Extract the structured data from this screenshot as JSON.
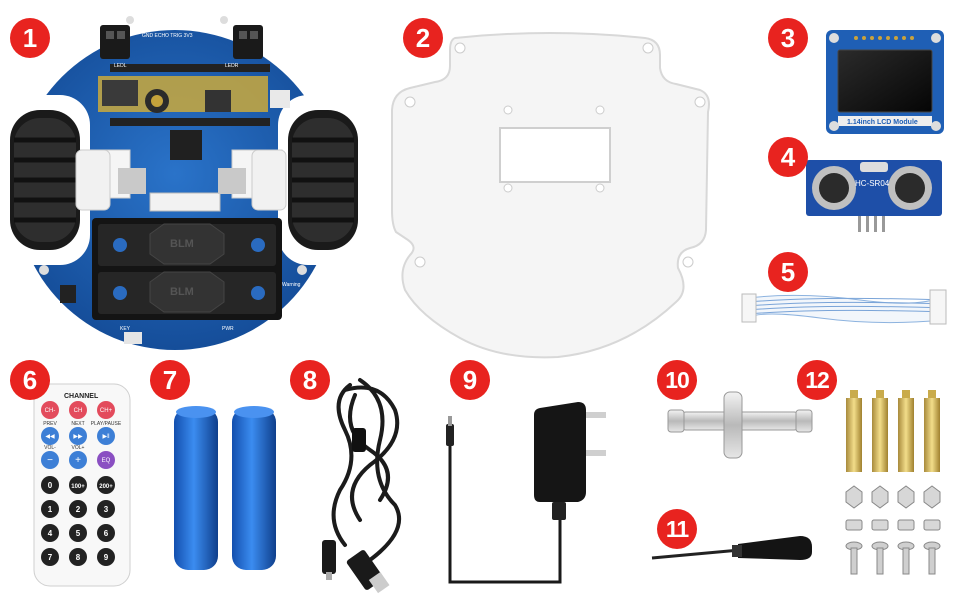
{
  "badges": [
    "1",
    "2",
    "3",
    "4",
    "5",
    "6",
    "7",
    "8",
    "9",
    "10",
    "11",
    "12"
  ],
  "labels": {
    "lcd": "1.14inch LCD Module",
    "sensor": "HC-SR04",
    "channel": "CHANNEL",
    "ch_minus": "CH-",
    "ch": "CH",
    "ch_plus": "CH+",
    "prev": "PREV",
    "next": "NEXT",
    "play": "PLAY/PAUSE",
    "vol_minus": "VOL-",
    "vol_plus": "VOL+",
    "eq": "EQ",
    "k0": "0",
    "k100": "100+",
    "k200": "200+",
    "k1": "1",
    "k2": "2",
    "k3": "3",
    "k4": "4",
    "k5": "5",
    "k6": "6",
    "k7": "7",
    "k8": "8",
    "k9": "9",
    "board_left": "LEDL",
    "board_right": "LEDR",
    "board_top": "GND ECHO TRIG 3V3",
    "battery": "BLM",
    "key": "KEY",
    "pwr": "PWR",
    "warning": "Warning"
  },
  "colors": {
    "badge": "#e8231f",
    "board": "#1c5fb0",
    "remote_red": "#e34b5c",
    "remote_blue": "#3d7fd6",
    "remote_purple": "#8a4fc2",
    "battery_blue": "#1f6fd8"
  }
}
